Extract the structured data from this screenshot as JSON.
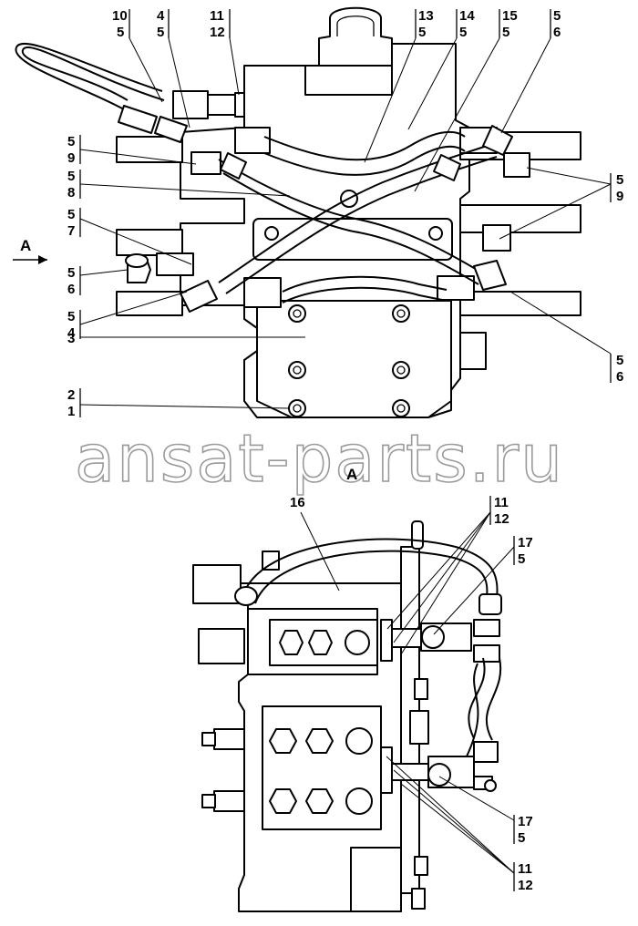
{
  "watermark": "ansat-parts.ru",
  "view_label": "A",
  "callouts_top": [
    {
      "top": "10",
      "bottom": "5"
    },
    {
      "top": "4",
      "bottom": "5"
    },
    {
      "top": "11",
      "bottom": "12"
    },
    {
      "top": "13",
      "bottom": "5"
    },
    {
      "top": "14",
      "bottom": "5"
    },
    {
      "top": "15",
      "bottom": "5"
    },
    {
      "top": "5",
      "bottom": "6"
    }
  ],
  "callouts_left": [
    {
      "top": "5",
      "bottom": "9"
    },
    {
      "top": "5",
      "bottom": "8"
    },
    {
      "top": "5",
      "bottom": "7"
    },
    {
      "top": "5",
      "bottom": "6"
    },
    {
      "top": "5",
      "bottom": "4"
    },
    {
      "single": "3"
    },
    {
      "top": "2",
      "bottom": "1"
    }
  ],
  "callouts_right": [
    {
      "top": "5",
      "bottom": "9"
    },
    {
      "top": "5",
      "bottom": "6"
    }
  ],
  "callouts_lower": [
    {
      "single": "16"
    },
    {
      "top": "11",
      "bottom": "12"
    },
    {
      "top": "17",
      "bottom": "5"
    },
    {
      "top": "17",
      "bottom": "5"
    },
    {
      "top": "11",
      "bottom": "12"
    }
  ]
}
